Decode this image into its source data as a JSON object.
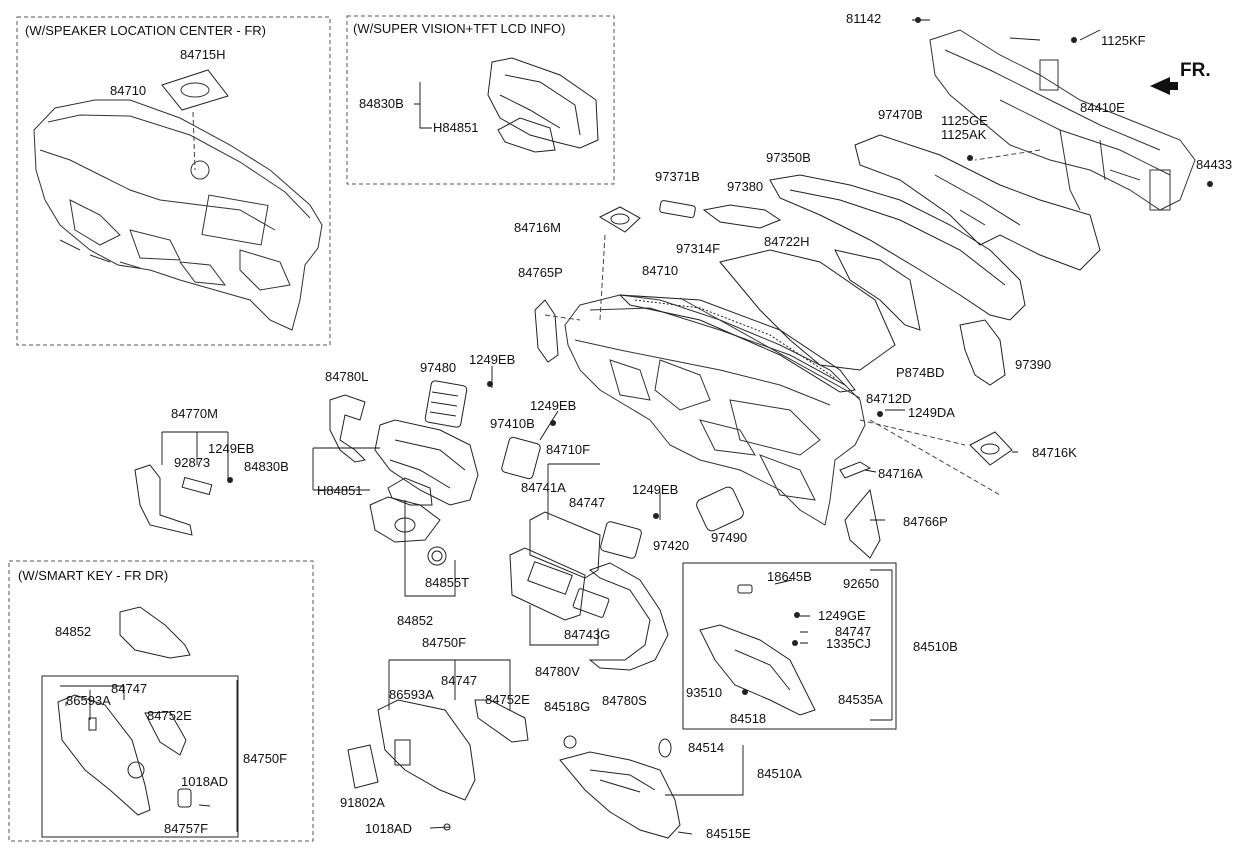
{
  "direction_label": "FR.",
  "boxes": {
    "speaker_center": "(W/SPEAKER LOCATION CENTER - FR)",
    "super_vision": "(W/SUPER VISION+TFT LCD INFO)",
    "smart_key": "(W/SMART KEY - FR DR)"
  },
  "labels": {
    "p84715H": "84715H",
    "p84710a": "84710",
    "p84830Ba": "84830B",
    "pH84851a": "H84851",
    "p81142": "81142",
    "p1125KF": "1125KF",
    "p97470B": "97470B",
    "p84410E": "84410E",
    "p1125GE": "1125GE",
    "p1125AK": "1125AK",
    "p84433": "84433",
    "p97371B": "97371B",
    "p97380": "97380",
    "p97350B": "97350B",
    "p84716M": "84716M",
    "p97314F": "97314F",
    "p84722H": "84722H",
    "p84765P": "84765P",
    "p84710b": "84710",
    "p97390": "97390",
    "pP874BD": "P874BD",
    "p84780L": "84780L",
    "p97480": "97480",
    "p1249EBa": "1249EB",
    "p84712D": "84712D",
    "p1249DA": "1249DA",
    "p1249EBb": "1249EB",
    "p84770M": "84770M",
    "p97410B": "97410B",
    "p84716K": "84716K",
    "p84710F": "84710F",
    "p1249EBc": "1249EB",
    "p92873": "92873",
    "p84830Bb": "84830B",
    "p84716A": "84716A",
    "pH84851b": "H84851",
    "p84741A": "84741A",
    "p84747a": "84747",
    "p1249EBd": "1249EB",
    "p84766P": "84766P",
    "p97420": "97420",
    "p97490": "97490",
    "p84855T": "84855T",
    "p18645B": "18645B",
    "p92650": "92650",
    "p84852a": "84852",
    "p1249GE": "1249GE",
    "p84747b": "84747",
    "p84743G": "84743G",
    "p1335CJ": "1335CJ",
    "p84510B": "84510B",
    "p84852b": "84852",
    "p84750Fa": "84750F",
    "p84780V": "84780V",
    "p84747c": "84747",
    "p86593Aa": "86593A",
    "p84747d": "84747",
    "p86593Ab": "86593A",
    "p84752Ea": "84752E",
    "p84780S": "84780S",
    "p93510": "93510",
    "p84535A": "84535A",
    "p84752Eb": "84752E",
    "p84518G": "84518G",
    "p84518": "84518",
    "p84750Fb": "84750F",
    "p84514": "84514",
    "p1018ADa": "1018AD",
    "p84510A": "84510A",
    "p84757F": "84757F",
    "p91802A": "91802A",
    "p1018ADb": "1018AD",
    "p84515E": "84515E"
  }
}
